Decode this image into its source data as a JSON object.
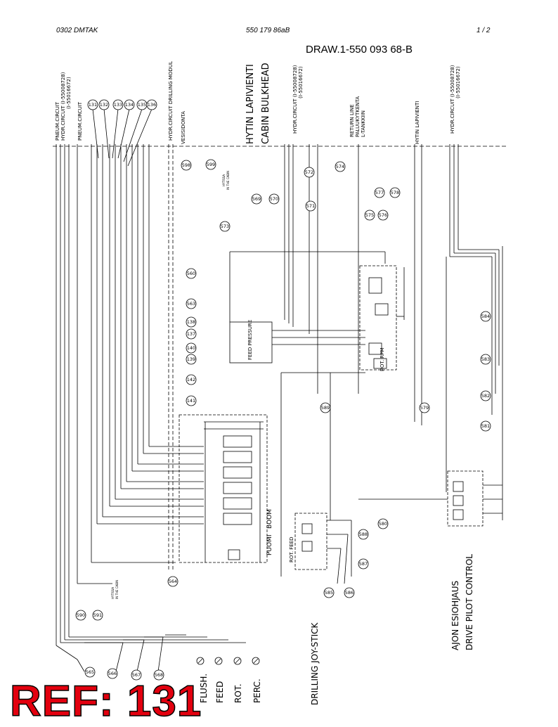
{
  "header": {
    "left": "0302 DMTAK",
    "center": "550 179 86aB",
    "right": "1 /  2"
  },
  "drawing_number": "DRAW.1-550 093 68-B",
  "top_labels": {
    "pneum_circuit_1": "PNEUM.CIRCUIT",
    "hydr_circuit_1": "HYDR.CIRCUIT (I-55008728)",
    "hydr_circuit_1b": "(I-55016672)",
    "pneum_circuit_2": "PNEUM.CIRCUIT",
    "hydr_drilling": "HYDR.CIRCUIT DRILLING MODUL",
    "vesisidonta": "VESISIDONTA",
    "bulkhead_fi": "HYTIN LAPIVIENTI",
    "bulkhead_en": "CABIN BULKHEAD",
    "hydr_circuit_2": "HYDR.CIRCUIT (I-55008728)",
    "hydr_circuit_2b": "(I-55016672)",
    "return_line": "RETURN LINE",
    "paluu_1": "PALUUKYTKENTA",
    "paluu_2": "L-TANKKIIN",
    "hytin_lapivienti": "HYTIN LAPIVIENTI",
    "hydr_circuit_3": "HYDR.CIRCUIT (I-55008728)",
    "hydr_circuit_3b": "(I-55016672)"
  },
  "callouts": [
    "131",
    "132",
    "133",
    "134",
    "135",
    "136",
    "598",
    "599",
    "569",
    "570",
    "571",
    "572",
    "574",
    "577",
    "578",
    "575",
    "576",
    "573",
    "560",
    "563",
    "138",
    "137",
    "140",
    "139",
    "142",
    "141",
    "584",
    "583",
    "582",
    "581",
    "579",
    "585",
    "586",
    "587",
    "588",
    "589",
    "580",
    "564",
    "590",
    "591",
    "565",
    "566",
    "567",
    "568"
  ],
  "component_labels": {
    "feed_pressure": "FEED PRESSURE",
    "rot_rpm": "ROT. RPM",
    "puomi": "PUOMI",
    "boom": "BOOM",
    "rot_feed": "ROT.  FEED",
    "in_cabin": "IN THE CABIN",
    "hytissa": "HYTISSA"
  },
  "bottom_labels": {
    "flush": "FLUSH.",
    "feed": "FEED",
    "rot": "ROT.",
    "perc": "PERC.",
    "joystick": "DRILLING JOY-STICK",
    "drive_fi": "AJON ESIOHJAUS",
    "drive_en": "DRIVE PILOT CONTROL"
  },
  "ref_stamp": "REF: 131",
  "colors": {
    "ref": "#e3000f",
    "line": "#000000"
  }
}
